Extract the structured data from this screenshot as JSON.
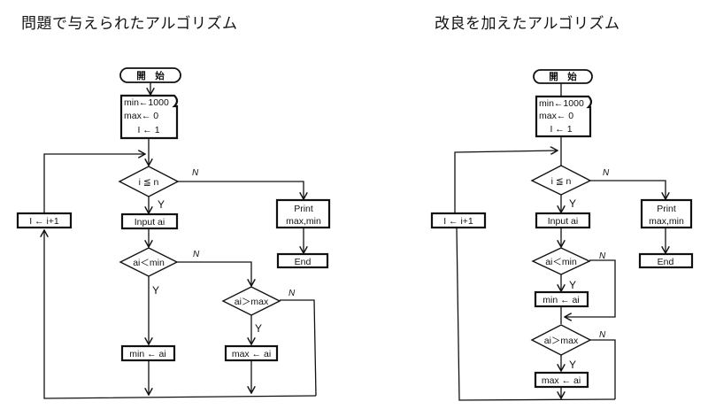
{
  "titles": {
    "left": "問題で与えられたアルゴリズム",
    "right": "改良を加えたアルゴリズム"
  },
  "labels": {
    "start": "開　始",
    "init_min": "min←1000",
    "init_max": "max←  0",
    "init_i": "I ← 1",
    "cond_loop": "i ≦ n",
    "input": "Input ai",
    "cond_min": "ai＜min",
    "cond_max": "ai＞max",
    "set_min": "min ← ai",
    "set_max": "max ← ai",
    "print_1": "Print",
    "print_2": "max,min",
    "end": "End",
    "increment": "I ← i+1",
    "yes": "Y",
    "no": "N"
  },
  "flowcharts": [
    {
      "id": "original",
      "title_key": "left"
    },
    {
      "id": "improved",
      "title_key": "right"
    }
  ]
}
